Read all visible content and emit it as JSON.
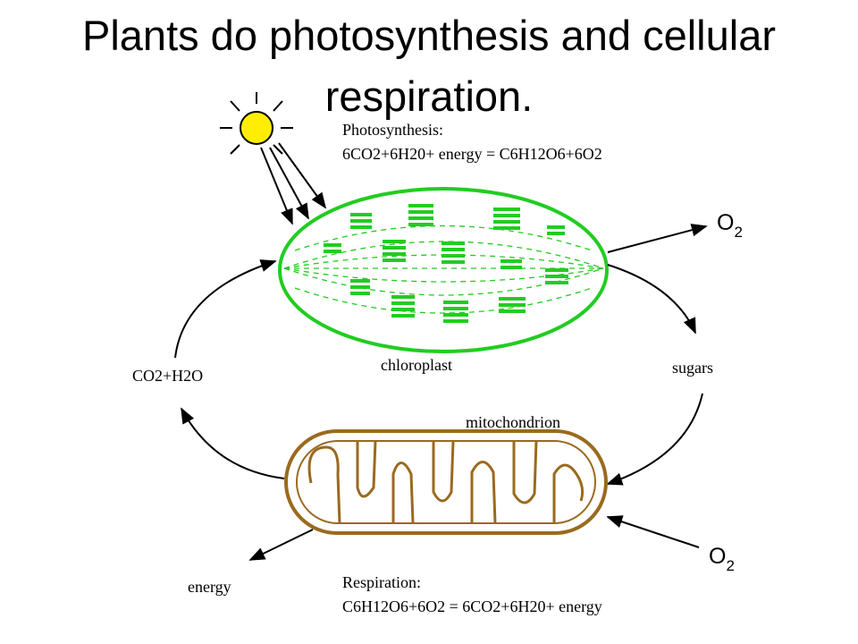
{
  "title": {
    "line1": "Plants do photosynthesis and cellular",
    "line2": "respiration."
  },
  "diagram": {
    "photosynthesis_heading": "Photosynthesis:",
    "photosynthesis_equation": "6CO2+6H20+ energy = C6H12O6+6O2",
    "chloroplast_label": "chloroplast",
    "mitochondrion_label": "mitochondrion",
    "respiration_heading": "Respiration:",
    "respiration_equation": "C6H12O6+6O2 = 6CO2+6H20+ energy",
    "co2_h2o_label": "CO2+H2O",
    "sugars_label": "sugars",
    "energy_label": "energy",
    "o2_top": {
      "base": "O",
      "sub": "2"
    },
    "o2_bottom": {
      "base": "O",
      "sub": "2"
    }
  },
  "colors": {
    "chloroplast": "#22cc22",
    "mitochondrion": "#9a6a1e",
    "sun": "#ffee00",
    "arrows": "#000000"
  }
}
